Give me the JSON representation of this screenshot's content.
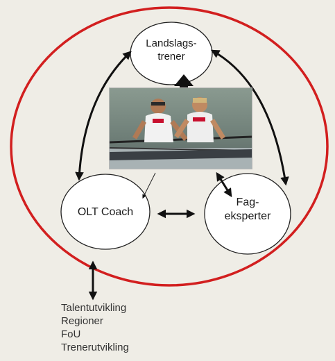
{
  "nodes": {
    "landslagstrener": {
      "line1": "Landslags-",
      "line2": "trener"
    },
    "olt_coach": {
      "label": "OLT Coach"
    },
    "fageksperter": {
      "line1": "Fag-",
      "line2": "eksperter"
    }
  },
  "photo": {
    "subject": "two-rowers-in-double-scull-boat"
  },
  "list": [
    "Talentutvikling",
    "Regioner",
    "FoU",
    "Trenerutvikling"
  ],
  "colors": {
    "background": "#efede6",
    "outer_ring": "#d21f1f",
    "node_fill": "#ffffff",
    "node_stroke": "#222222",
    "arrow": "#111111"
  }
}
